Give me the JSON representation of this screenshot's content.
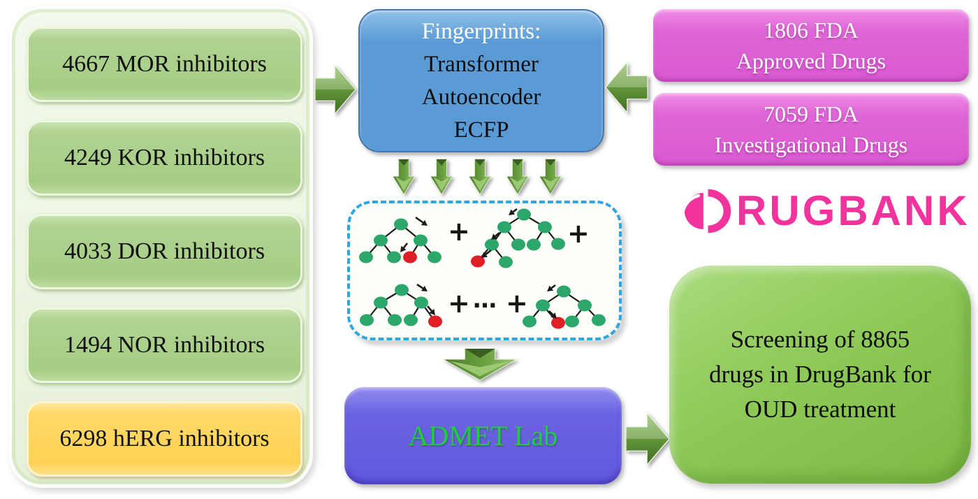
{
  "left_panel": {
    "items": [
      {
        "label": "4667 MOR inhibitors",
        "variant": "green"
      },
      {
        "label": "4249 KOR inhibitors",
        "variant": "green"
      },
      {
        "label": "4033 DOR inhibitors",
        "variant": "green"
      },
      {
        "label": "1494 NOR inhibitors",
        "variant": "green"
      },
      {
        "label": "6298 hERG inhibitors",
        "variant": "yellow"
      }
    ]
  },
  "fingerprints_box": {
    "title": "Fingerprints:",
    "lines": [
      "Transformer",
      "Autoencoder",
      "ECFP"
    ]
  },
  "fda_panel": {
    "boxes": [
      {
        "line1": "1806 FDA",
        "line2": "Approved Drugs"
      },
      {
        "line1": "7059 FDA",
        "line2": "Investigational Drugs"
      }
    ]
  },
  "drugbank": {
    "name": "DRUGBANK",
    "wordmark_rest": "RUGBANK",
    "icon": "pill-icon",
    "color": "#F2339E"
  },
  "ensemble": {
    "plus1": "+",
    "plus2": "+",
    "plus3": "+",
    "plus4": "+",
    "ellipsis": "…",
    "trees": [
      {
        "nodes": [
          [
            65,
            18
          ],
          [
            36,
            41
          ],
          [
            93,
            41
          ],
          [
            15,
            65
          ],
          [
            55,
            65
          ],
          [
            78,
            65,
            "r"
          ],
          [
            113,
            65
          ]
        ],
        "edges": [
          [
            0,
            1
          ],
          [
            0,
            2
          ],
          [
            1,
            3
          ],
          [
            1,
            4
          ],
          [
            2,
            5
          ],
          [
            2,
            6
          ]
        ],
        "arrows": [
          [
            86,
            8,
            103,
            20
          ],
          [
            74,
            45,
            64,
            58
          ]
        ]
      },
      {
        "nodes": [
          [
            83,
            10
          ],
          [
            55,
            28
          ],
          [
            113,
            28
          ],
          [
            37,
            53
          ],
          [
            75,
            53
          ],
          [
            17,
            77,
            "r"
          ],
          [
            57,
            78
          ],
          [
            97,
            53
          ],
          [
            132,
            52
          ]
        ],
        "edges": [
          [
            0,
            1
          ],
          [
            0,
            2
          ],
          [
            1,
            3
          ],
          [
            1,
            4
          ],
          [
            3,
            5
          ],
          [
            3,
            6
          ],
          [
            2,
            7
          ],
          [
            2,
            8
          ]
        ],
        "arrows": [
          [
            73,
            2,
            61,
            11
          ],
          [
            48,
            36,
            36,
            46
          ],
          [
            36,
            61,
            22,
            72
          ]
        ]
      },
      {
        "nodes": [
          [
            62,
            12
          ],
          [
            32,
            30
          ],
          [
            90,
            30
          ],
          [
            12,
            55
          ],
          [
            52,
            55
          ],
          [
            75,
            55
          ],
          [
            110,
            57,
            "r"
          ]
        ],
        "edges": [
          [
            0,
            1
          ],
          [
            0,
            2
          ],
          [
            1,
            3
          ],
          [
            1,
            4
          ],
          [
            2,
            5
          ],
          [
            2,
            6
          ]
        ],
        "arrows": [
          [
            84,
            4,
            99,
            14
          ],
          [
            99,
            35,
            110,
            48
          ]
        ]
      },
      {
        "nodes": [
          [
            60,
            12
          ],
          [
            30,
            32
          ],
          [
            90,
            32
          ],
          [
            11,
            55
          ],
          [
            52,
            57,
            "r"
          ],
          [
            72,
            55
          ],
          [
            110,
            53
          ]
        ],
        "edges": [
          [
            0,
            1
          ],
          [
            0,
            2
          ],
          [
            1,
            3
          ],
          [
            1,
            4
          ],
          [
            2,
            5
          ],
          [
            2,
            6
          ]
        ],
        "arrows": [
          [
            48,
            3,
            36,
            12
          ],
          [
            39,
            40,
            50,
            51
          ]
        ]
      }
    ]
  },
  "admet_box": {
    "label": "ADMET Lab",
    "text_color": "#1FCE3A"
  },
  "screening_box": {
    "lines": [
      "Screening of 8865",
      "drugs in DrugBank for",
      "OUD treatment"
    ]
  },
  "colors": {
    "tree_green": "#2BA769",
    "tree_red": "#E01E25",
    "edge": "#1A1A1A",
    "dashed_border": "#2BA8E0",
    "arrow_green_light": "#97C46F",
    "arrow_green_dark": "#3F6B22",
    "blue_box": "#5B9BD5",
    "magenta_box": "#DE66D6",
    "purple_box": "#6C63E2",
    "screen_green": "#8DC958",
    "item_green": "#A9D089",
    "item_yellow": "#FFD55C"
  }
}
